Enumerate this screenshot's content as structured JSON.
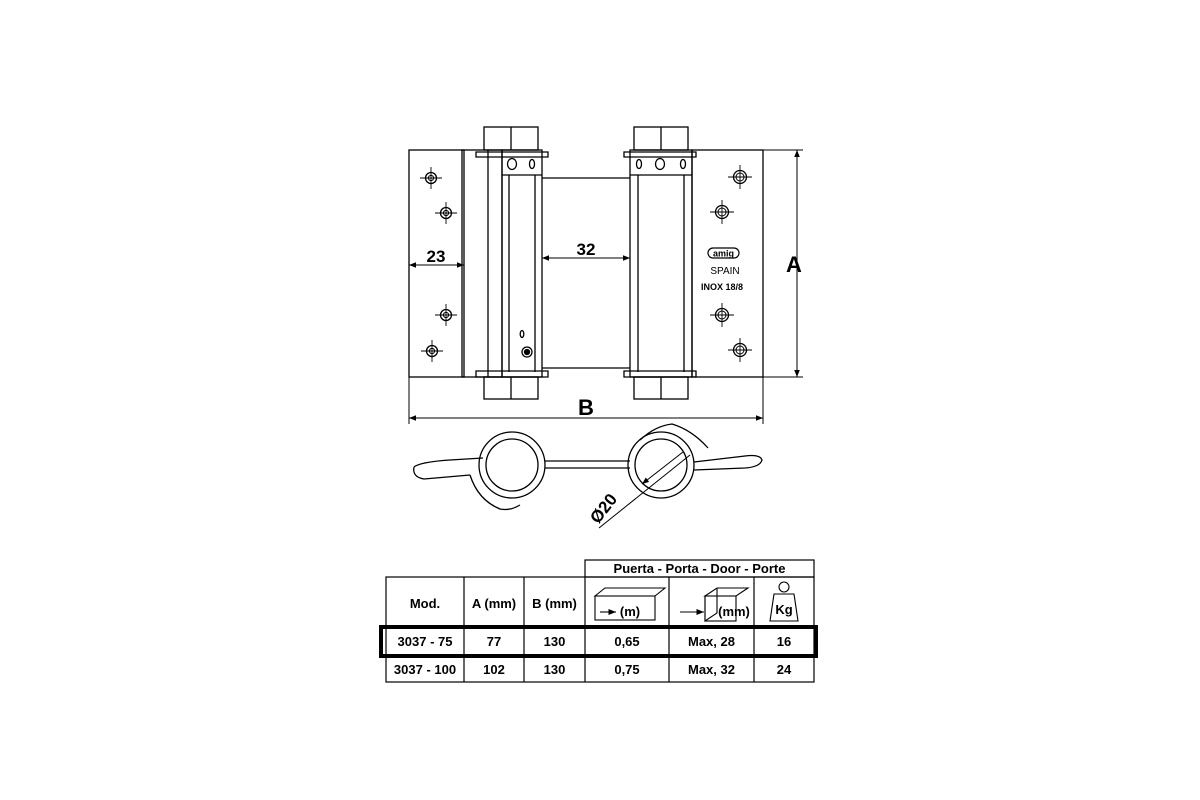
{
  "drawing": {
    "dim_labels": {
      "flap_width": "23",
      "pin_spacing": "32",
      "height": "A",
      "width": "B",
      "diameter": "Ø20"
    },
    "markings": {
      "logo": "amig",
      "origin": "SPAIN",
      "material": "INOX 18/8"
    }
  },
  "table": {
    "group_header": "Puerta - Porta - Door - Porte",
    "headers": {
      "model": "Mod.",
      "a": "A (mm)",
      "b": "B (mm)",
      "width_unit": "(m)",
      "thickness_unit": "(mm)",
      "weight_unit": "Kg"
    },
    "rows": [
      {
        "model": "3037 - 75",
        "a": "77",
        "b": "130",
        "width": "0,65",
        "thickness": "Max, 28",
        "weight": "16",
        "highlighted": true
      },
      {
        "model": "3037 - 100",
        "a": "102",
        "b": "130",
        "width": "0,75",
        "thickness": "Max, 32",
        "weight": "24",
        "highlighted": false
      }
    ]
  }
}
